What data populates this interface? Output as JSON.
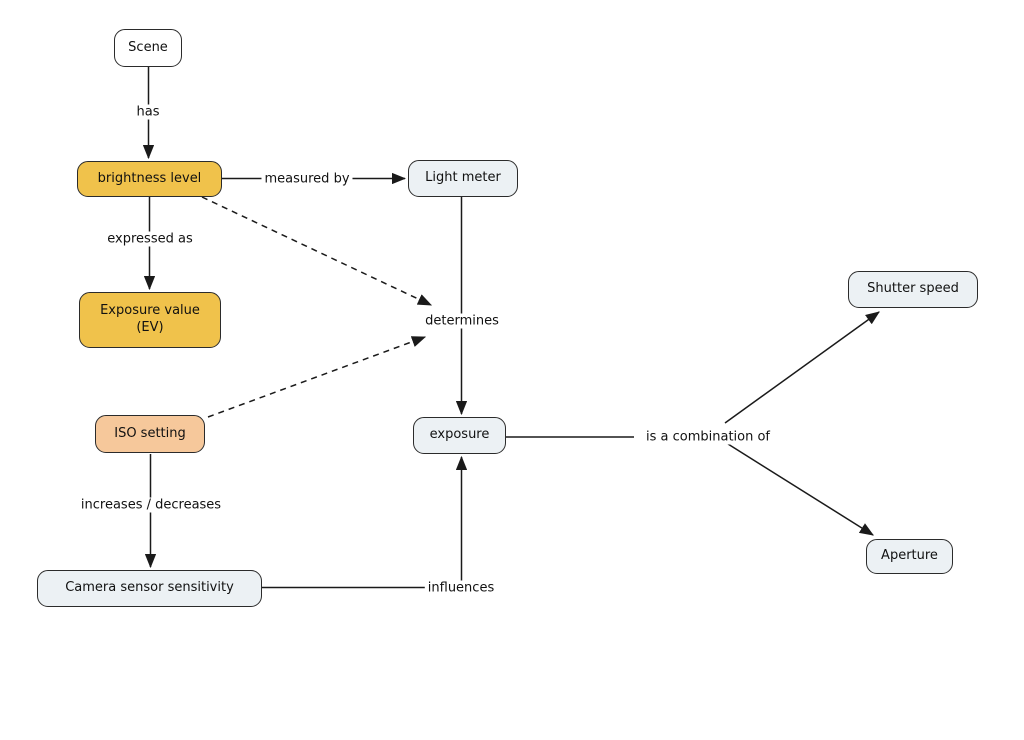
{
  "diagram": {
    "type": "concept-map",
    "background": "#ffffff",
    "line_color": "#1a1a1a",
    "node_border_color": "#2b2b2b",
    "text_color": "#111111",
    "nodes": {
      "scene": {
        "label": "Scene",
        "fill": "#ffffff"
      },
      "brightness_level": {
        "label": "brightness level",
        "fill": "#f0c24b"
      },
      "light_meter": {
        "label": "Light meter",
        "fill": "#ecf1f4"
      },
      "exposure_value": {
        "label": "Exposure value (EV)",
        "fill": "#f0c24b"
      },
      "iso_setting": {
        "label": "ISO setting",
        "fill": "#f6c89b"
      },
      "camera_sensor_sensitivity": {
        "label": "Camera sensor sensitivity",
        "fill": "#ecf1f4"
      },
      "exposure": {
        "label": "exposure",
        "fill": "#ecf1f4"
      },
      "shutter_speed": {
        "label": "Shutter speed",
        "fill": "#ecf1f4"
      },
      "aperture": {
        "label": "Aperture",
        "fill": "#ecf1f4"
      }
    },
    "edge_labels": {
      "has": "has",
      "measured_by": "measured by",
      "expressed_as": "expressed as",
      "determines": "determines",
      "increases_decreases": "increases / decreases",
      "influences": "influences",
      "is_a_combination_of": "is a combination of"
    },
    "edges": [
      {
        "from": "Scene",
        "label": "has",
        "to": "brightness level",
        "style": "solid-arrow"
      },
      {
        "from": "brightness level",
        "label": "measured by",
        "to": "Light meter",
        "style": "solid-arrow"
      },
      {
        "from": "brightness level",
        "label": "expressed as",
        "to": "Exposure value (EV)",
        "style": "solid-arrow"
      },
      {
        "from": "brightness level",
        "label": "determines",
        "to": "exposure",
        "style": "dashed-arrow"
      },
      {
        "from": "ISO setting",
        "label": "determines",
        "to": "exposure",
        "style": "dashed-arrow"
      },
      {
        "from": "Light meter",
        "label": "determines",
        "to": "exposure",
        "style": "solid-arrow"
      },
      {
        "from": "ISO setting",
        "label": "increases / decreases",
        "to": "Camera sensor sensitivity",
        "style": "solid-arrow"
      },
      {
        "from": "Camera sensor sensitivity",
        "label": "influences",
        "to": "exposure",
        "style": "solid-arrow"
      },
      {
        "from": "exposure",
        "label": "is a combination of",
        "to": "Shutter speed",
        "style": "solid-arrow"
      },
      {
        "from": "exposure",
        "label": "is a combination of",
        "to": "Aperture",
        "style": "solid-arrow"
      }
    ]
  }
}
